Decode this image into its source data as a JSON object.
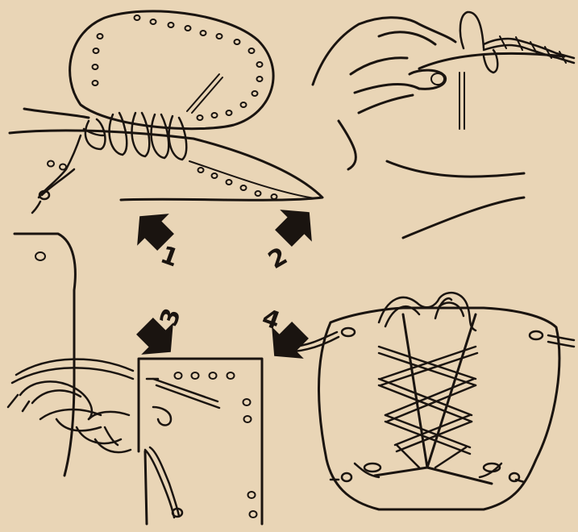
{
  "step_labels": [
    "1",
    "2",
    "3",
    "4"
  ],
  "colors": {
    "paper": "#e9d5b6",
    "ink": "#1a1410"
  },
  "icons": {
    "arrow": "pointer-arrow-icon",
    "hole": "lacing-hole",
    "thong": "leather-thong"
  }
}
